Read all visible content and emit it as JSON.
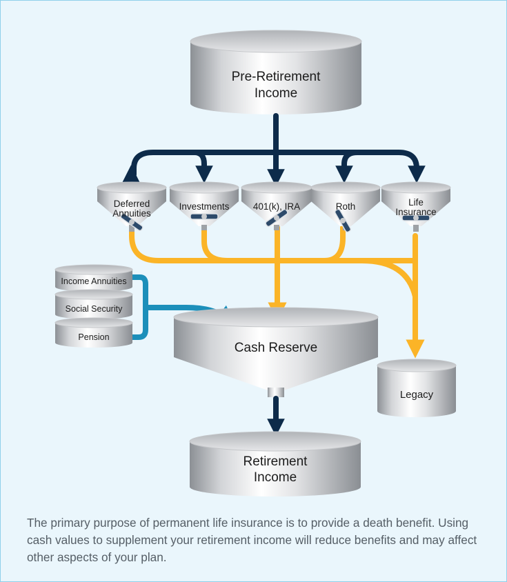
{
  "diagram": {
    "top": {
      "line1": "Pre-Retirement",
      "line2": "Income"
    },
    "funnels": [
      {
        "id": "deferred",
        "line1": "Deferred",
        "line2": "Annuities"
      },
      {
        "id": "investments",
        "line1": "Investments",
        "line2": ""
      },
      {
        "id": "401k",
        "line1": "401(k), IRA",
        "line2": ""
      },
      {
        "id": "roth",
        "line1": "Roth",
        "line2": ""
      },
      {
        "id": "life",
        "line1": "Life",
        "line2": "Insurance"
      }
    ],
    "side_sources": [
      "Income Annuities",
      "Social Security",
      "Pension"
    ],
    "cash_reserve": "Cash Reserve",
    "legacy": "Legacy",
    "bottom": {
      "line1": "Retirement",
      "line2": "Income"
    }
  },
  "colors": {
    "navy_arrow": "#0d2b4a",
    "gold_pipe": "#fbb427",
    "teal_pipe": "#1c8fba",
    "panel_bg": "#eaf6fc",
    "panel_border": "#8fd0ea"
  },
  "caption": "The primary purpose of permanent life insurance is to provide a death benefit. Using cash values to supplement your retirement income will reduce benefits and may affect other aspects of your plan."
}
